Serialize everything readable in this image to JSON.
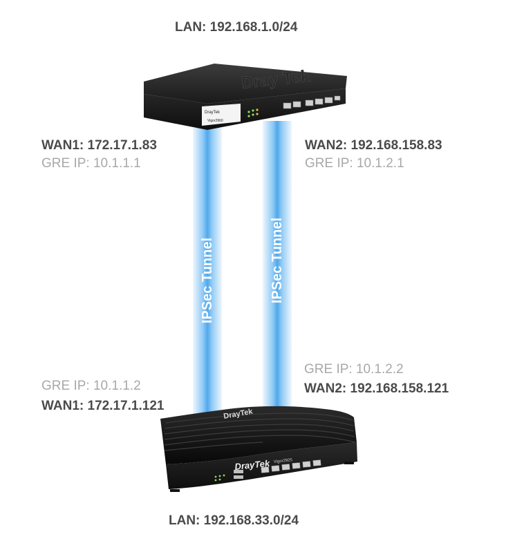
{
  "top_router": {
    "lan": "LAN: 192.168.1.0/24",
    "brand": "DrayTek",
    "model": "Vigor2960",
    "wan1": {
      "label": "WAN1:",
      "ip": "172.17.1.83",
      "gre": "GRE IP: 10.1.1.1"
    },
    "wan2": {
      "label": "WAN2:",
      "ip": "192.168.158.83",
      "gre": "GRE IP: 10.1.2.1"
    }
  },
  "bottom_router": {
    "lan": "LAN: 192.168.33.0/24",
    "brand": "DrayTek",
    "model": "Vigor2925",
    "wan1": {
      "label": "WAN1:",
      "ip": "172.17.1.121",
      "gre": "GRE IP: 10.1.1.2"
    },
    "wan2": {
      "label": "WAN2:",
      "ip": "192.168.158.121",
      "gre": "GRE IP: 10.1.2.2"
    }
  },
  "tunnels": [
    {
      "label": "IPSec Tunnel"
    },
    {
      "label": "IPSec Tunnel"
    }
  ],
  "colors": {
    "tunnel_edge": "#ffffff",
    "tunnel_core": "#5aaeef",
    "router_body": "#1e1e1e",
    "label_dark": "#4a4a4a",
    "label_light": "#a8a8a8"
  }
}
